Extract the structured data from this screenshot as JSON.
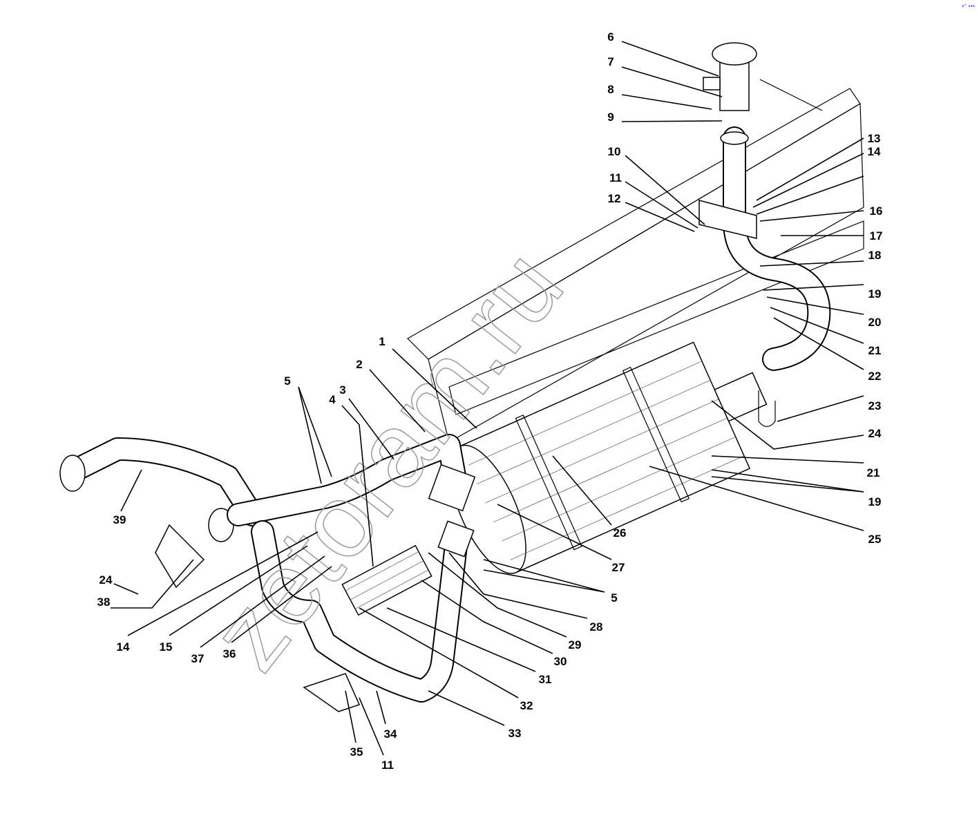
{
  "diagram": {
    "watermark": "zetoram.ru",
    "corner_mark": "•° •••",
    "callouts": [
      "1",
      "2",
      "3",
      "4",
      "5",
      "5",
      "6",
      "7",
      "8",
      "9",
      "10",
      "11",
      "11",
      "12",
      "13",
      "14",
      "14",
      "15",
      "16",
      "17",
      "18",
      "19",
      "19",
      "20",
      "21",
      "21",
      "22",
      "23",
      "24",
      "24",
      "25",
      "26",
      "27",
      "28",
      "29",
      "30",
      "31",
      "32",
      "33",
      "34",
      "35",
      "36",
      "37",
      "38",
      "39"
    ]
  }
}
